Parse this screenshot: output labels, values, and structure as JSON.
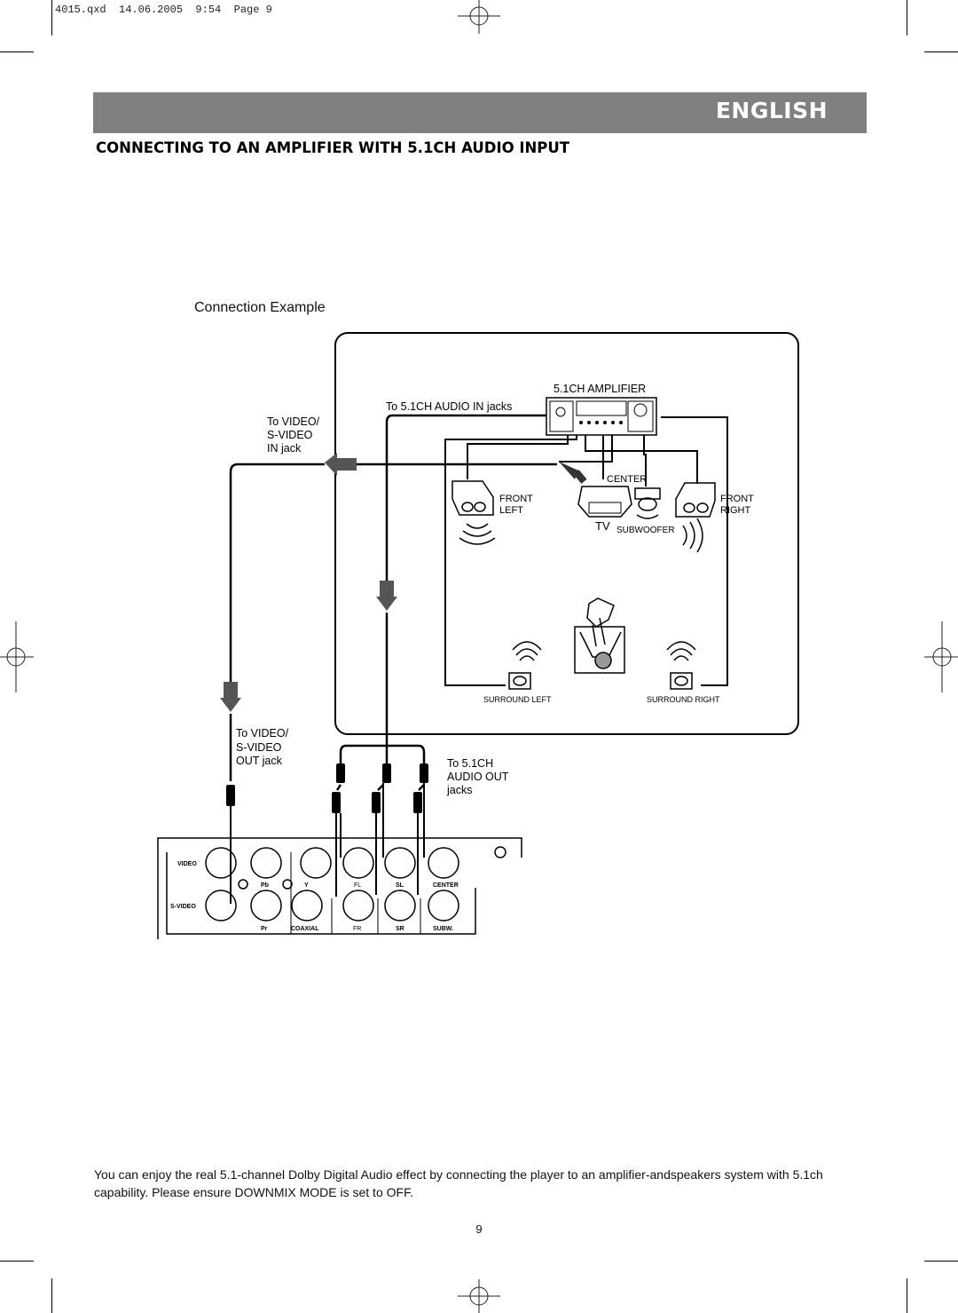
{
  "slug": "4015.qxd  14.06.2005  9:54  Page 9",
  "banner": {
    "label": "ENGLISH",
    "color": "#808080"
  },
  "section_title": "CONNECTING TO AN AMPLIFIER WITH 5.1CH AUDIO INPUT",
  "diagram": {
    "caption": "Connection Example",
    "amplifier_label": "5.1CH AMPLIFIER",
    "audio_in_label": "To 5.1CH AUDIO IN jacks",
    "video_in_label": [
      "To VIDEO/",
      "S-VIDEO",
      "IN jack"
    ],
    "video_out_label": [
      "To VIDEO/",
      "S-VIDEO",
      "OUT jack"
    ],
    "audio_out_label": [
      "To 5.1CH",
      "AUDIO OUT",
      "jacks"
    ],
    "speakers": {
      "front_left": [
        "FRONT",
        "LEFT"
      ],
      "front_right": [
        "FRONT",
        "RIGHT"
      ],
      "center": "CENTER",
      "tv": "TV",
      "subwoofer": "SUBWOOFER",
      "surround_left": "SURROUND LEFT",
      "surround_right": "SURROUND RIGHT"
    },
    "panel": {
      "video": "VIDEO",
      "s_video": "S-VIDEO",
      "row1": [
        "Pb",
        "Y",
        "FL",
        "SL",
        "CENTER"
      ],
      "row2": [
        "Pr",
        "COAXIAL",
        "FR",
        "SR",
        "SUBW."
      ]
    }
  },
  "body_text": "You can enjoy the real 5.1-channel Dolby Digital Audio effect by connecting the player to an amplifier-andspeakers system with 5.1ch capability. Please ensure DOWNMIX MODE is set to OFF.",
  "page_number": "9"
}
